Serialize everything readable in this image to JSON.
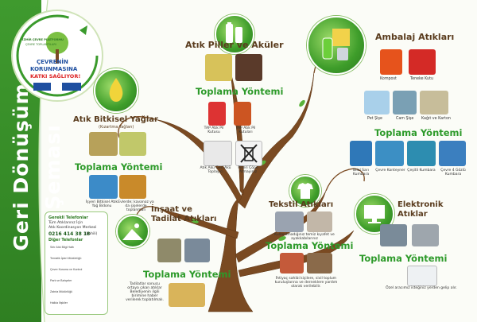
{
  "side_title": "Geri Dönüşüm Şeması",
  "logo": {
    "small_lines": [
      "İZMİR ÇEVRE PLATFORMU",
      "ÇEVRE TOPLANTILARI"
    ],
    "line_1": "ÇEVRENİN",
    "line_2": "KORUNMASINA",
    "line_3": "KATKI SAĞLIYOR!"
  },
  "sections": {
    "batteries": {
      "title": "Atık Piller ve Aküler",
      "collection": "Toplama Yöntemi",
      "captions": [
        "TAP Atık Pil Kutusu",
        "TAP Atık Pil Kutuları",
        "Atık Akü Geri Akü Toplayıcı",
        "Pilleri Çöpe Atmayınız"
      ]
    },
    "packaging": {
      "title": "Ambalaj Atıkları",
      "items": [
        "Kompost",
        "Teneke Kutu",
        "Pet Şişe",
        "Cam Şişe",
        "Kağıt ve Karton"
      ],
      "collection": "Toplama Yöntemi",
      "bins": [
        "Bilal Sarı Kumbara",
        "Çevre Konteyner",
        "Çeşitli Kumbara",
        "Çevre 4 Gözlü Kumbara"
      ]
    },
    "oil": {
      "title": "Atık Bitkisel Yağlar",
      "subtitle": "(Kızartma Yağları)",
      "collection": "Toplama Yöntemi",
      "captions": [
        "İşyeri Bitkisel Atık Yağ Bidonu",
        "Evlerde; kavanoz ya da şişelerde toplanmalı"
      ]
    },
    "textile": {
      "title": "Tekstil Atıkları",
      "note": "Kullanılmadığınız temiz kıyafet ve ayakkabılarınız",
      "collection": "Toplama Yöntemi",
      "note2": "İhtiyaç sahibi kişilere, sivil toplum kuruluşlarına ve derneklere yardım olarak verilebilir."
    },
    "construction": {
      "title": "İnşaat ve Tadilat Atıkları",
      "collection": "Toplama Yöntemi",
      "note": "Tadilatlar sonucu ortaya çıkan atıklar Belediyenin ilgili birimine haber verilerek toplatılmalı."
    },
    "electronics": {
      "title": "Elektronik Atıklar",
      "collection": "Toplama Yöntemi",
      "note": "Özel aracımız isteğiniz yerden gelip alır."
    }
  },
  "phones": {
    "title": "Gerekli Telefonlar",
    "line_1": "Tüm Atıklarınız İçin",
    "line_2": "Atık Koordinasyon Merkezi",
    "number": "0216 414 38 18",
    "number_suffix": "(dahili)",
    "subtitle": "Diğer Telefonlar",
    "entries": [
      "Sıfır Atık Bilgi Hattı",
      "Temizlik İşleri Müdürlüğü",
      "Çevre Koruma ve Kontrol",
      "Park ve Bahçeler",
      "Zabıta Müdürlüğü",
      "Halkla İlişkiler"
    ]
  },
  "colors": {
    "band": "#3a9a2c",
    "heading": "#5a3c1e",
    "method": "#2d9a2a",
    "trunk": "#7a4a22"
  }
}
